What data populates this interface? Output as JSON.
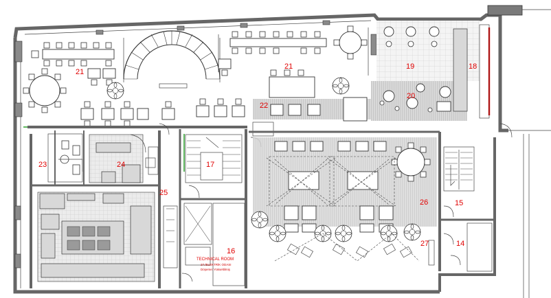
{
  "rooms": [
    {
      "id": "room-21-left",
      "label": "21"
    },
    {
      "id": "room-21-right",
      "label": "21"
    },
    {
      "id": "room-22",
      "label": "22"
    },
    {
      "id": "room-19",
      "label": "19"
    },
    {
      "id": "room-18",
      "label": "18"
    },
    {
      "id": "room-20",
      "label": "20"
    },
    {
      "id": "room-23",
      "label": "23"
    },
    {
      "id": "room-24",
      "label": "24"
    },
    {
      "id": "room-17",
      "label": "17"
    },
    {
      "id": "room-25",
      "label": "25"
    },
    {
      "id": "room-26",
      "label": "26"
    },
    {
      "id": "room-15",
      "label": "15"
    },
    {
      "id": "room-16",
      "label": "16"
    },
    {
      "id": "room-27",
      "label": "27"
    },
    {
      "id": "room-14",
      "label": "14"
    }
  ],
  "technical_room": {
    "title": "TECHNICAL ROOM",
    "subtitle_1": "27./ELEKTRİK ODASI",
    "subtitle_2": "Döşeme: Yükseltilmiş"
  },
  "colors": {
    "room_label": "#e00000",
    "wall": "#7a7a7a",
    "terrace_grid": "#cfcfcf",
    "accent_red": "#e00000",
    "entrance_green": "#2aa02a"
  }
}
